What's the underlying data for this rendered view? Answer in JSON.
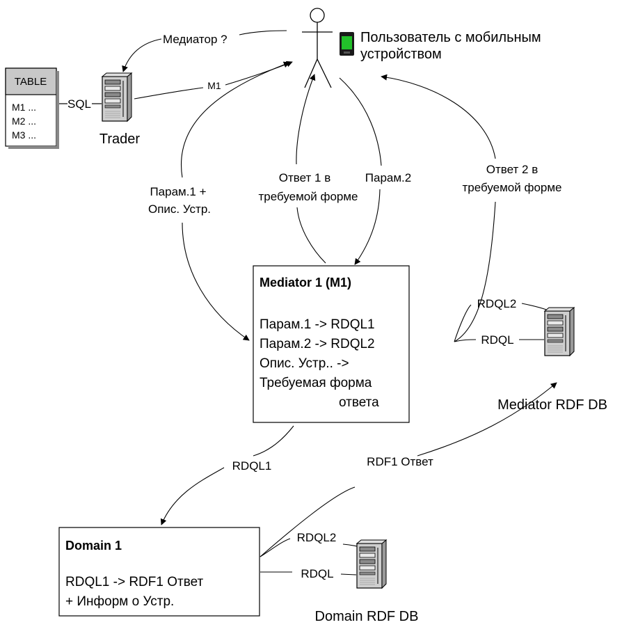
{
  "user": {
    "label_line1": "Пользователь с мобильным",
    "label_line2": "устройством"
  },
  "trader": {
    "label": "Trader",
    "mediator_query": "Медиатор ?",
    "m1_link": "M1",
    "sql_link": "SQL"
  },
  "table": {
    "header": "TABLE",
    "rows": [
      "M1 ...",
      "M2 ...",
      "M3 ..."
    ]
  },
  "edges": {
    "param1_line1": "Парам.1 +",
    "param1_line2": "Опис. Устр.",
    "answer1_line1": "Ответ 1  в",
    "answer1_line2": "требуемой форме",
    "param2": "Парам.2",
    "answer2_line1": "Ответ 2 в",
    "answer2_line2": "требуемой форме",
    "rdql1": "RDQL1",
    "rdf1_answer": "RDF1 Ответ",
    "mediator_rdql2": "RDQL2",
    "mediator_rdql": "RDQL",
    "domain_rdql2": "RDQL2",
    "domain_rdql": "RDQL"
  },
  "mediator1": {
    "title": "Mediator 1 (M1)",
    "lines": [
      "Парам.1 -> RDQL1",
      "Парам.2 -> RDQL2",
      "Опис. Устр.. ->",
      "Требуемая форма",
      "ответа"
    ]
  },
  "mediator_db": {
    "label": "Mediator RDF DB"
  },
  "domain1": {
    "title": "Domain 1",
    "lines": [
      "RDQL1 -> RDF1  Ответ",
      "+ Информ о Устр."
    ]
  },
  "domain_db": {
    "label": "Domain RDF DB"
  }
}
